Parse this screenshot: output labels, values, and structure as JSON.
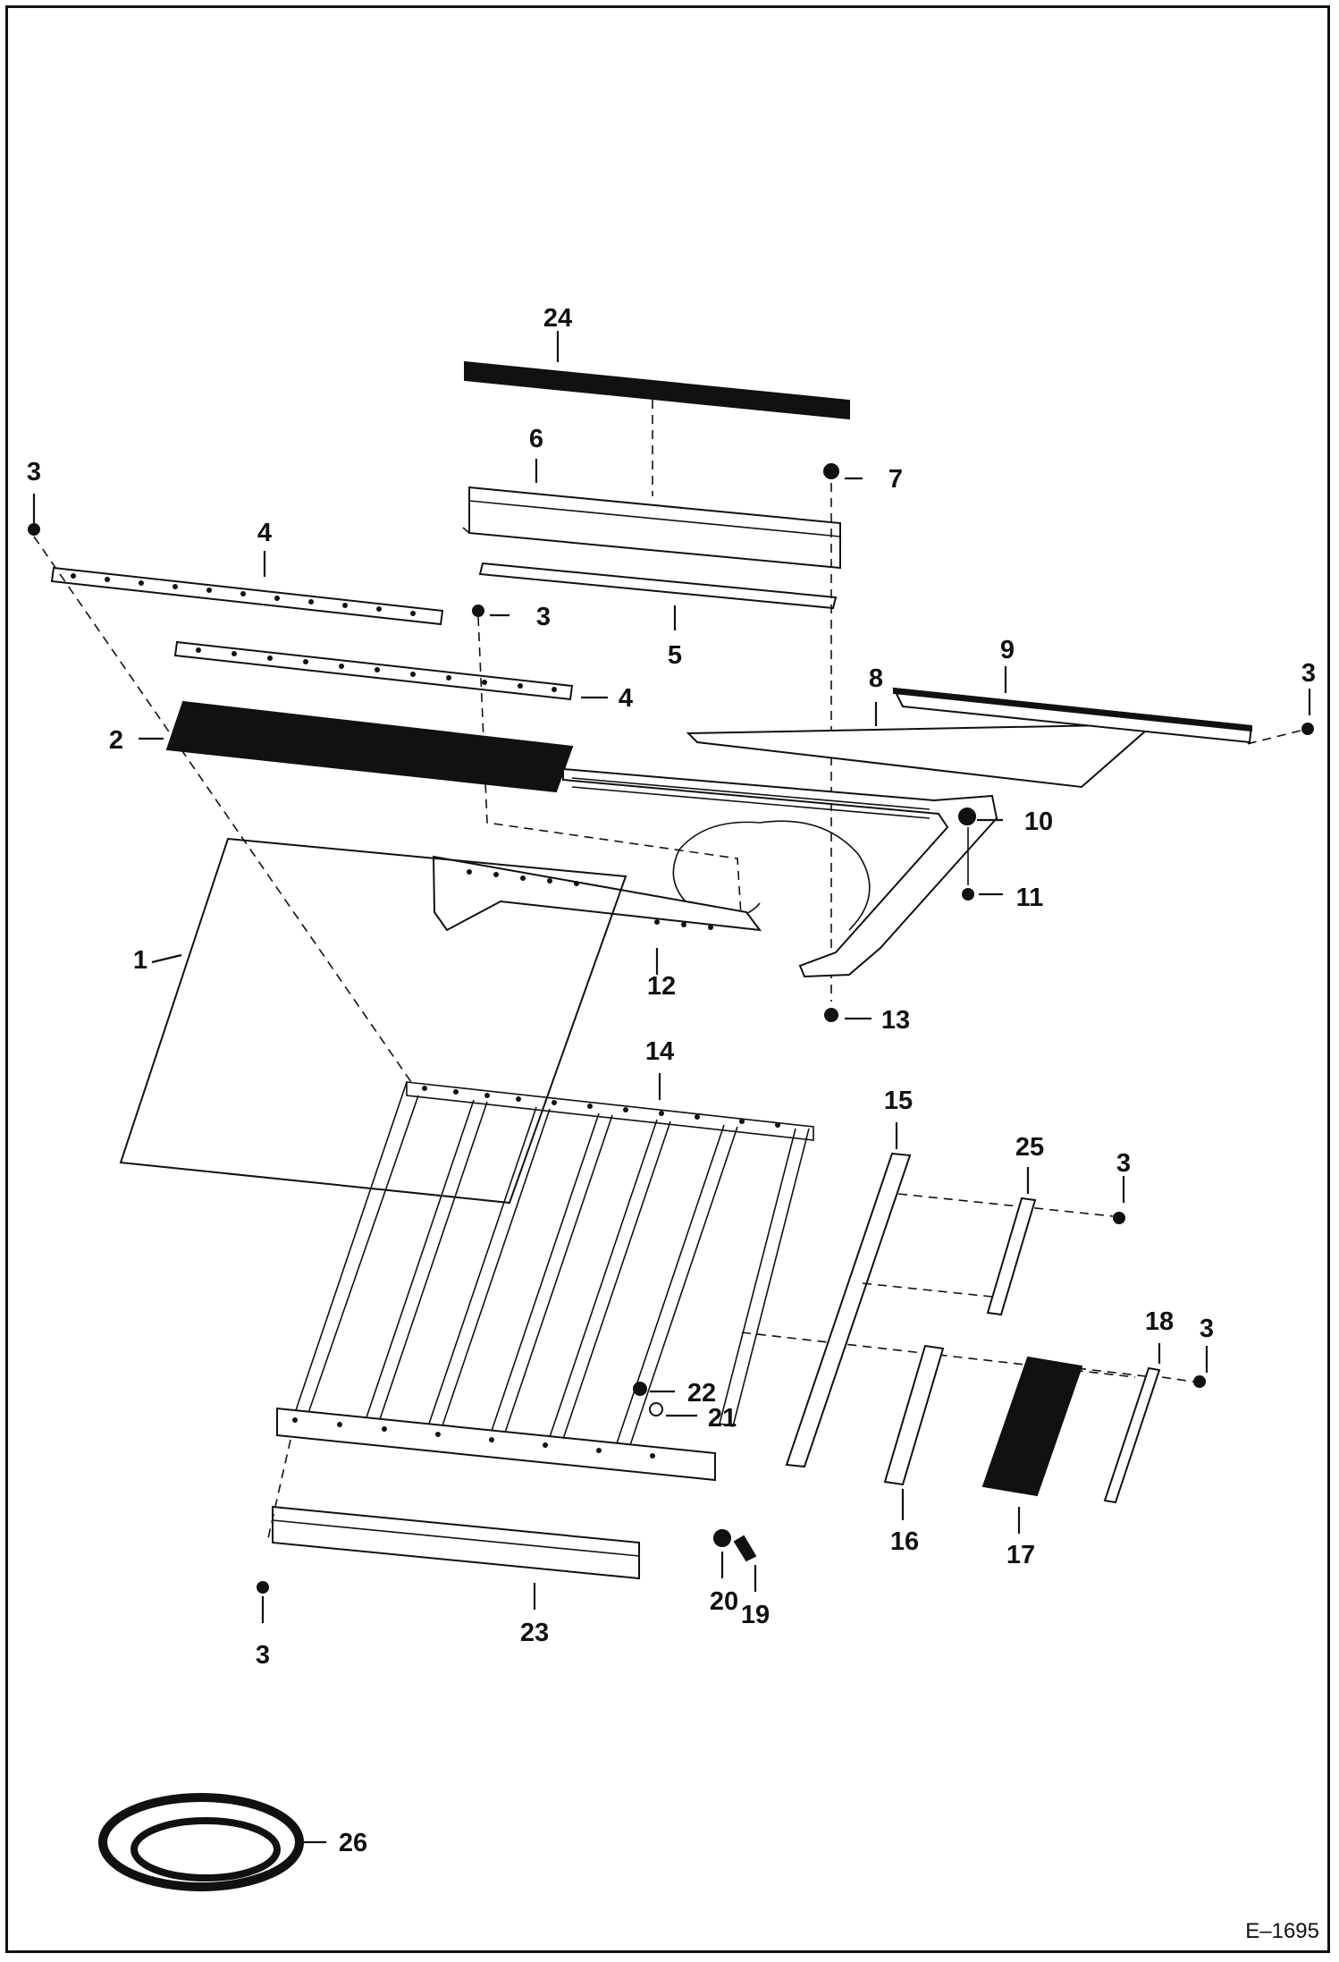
{
  "diagram": {
    "callouts": {
      "c1": "1",
      "c2": "2",
      "c3a": "3",
      "c3b": "3",
      "c3c": "3",
      "c3d": "3",
      "c3e": "3",
      "c3f": "3",
      "c4a": "4",
      "c4b": "4",
      "c5": "5",
      "c6": "6",
      "c7": "7",
      "c8": "8",
      "c9": "9",
      "c10": "10",
      "c11": "11",
      "c12": "12",
      "c13": "13",
      "c14": "14",
      "c15": "15",
      "c16": "16",
      "c17": "17",
      "c18": "18",
      "c19": "19",
      "c20": "20",
      "c21": "21",
      "c22": "22",
      "c23": "23",
      "c24": "24",
      "c25": "25",
      "c26": "26"
    },
    "figure_code": "E–1695"
  }
}
